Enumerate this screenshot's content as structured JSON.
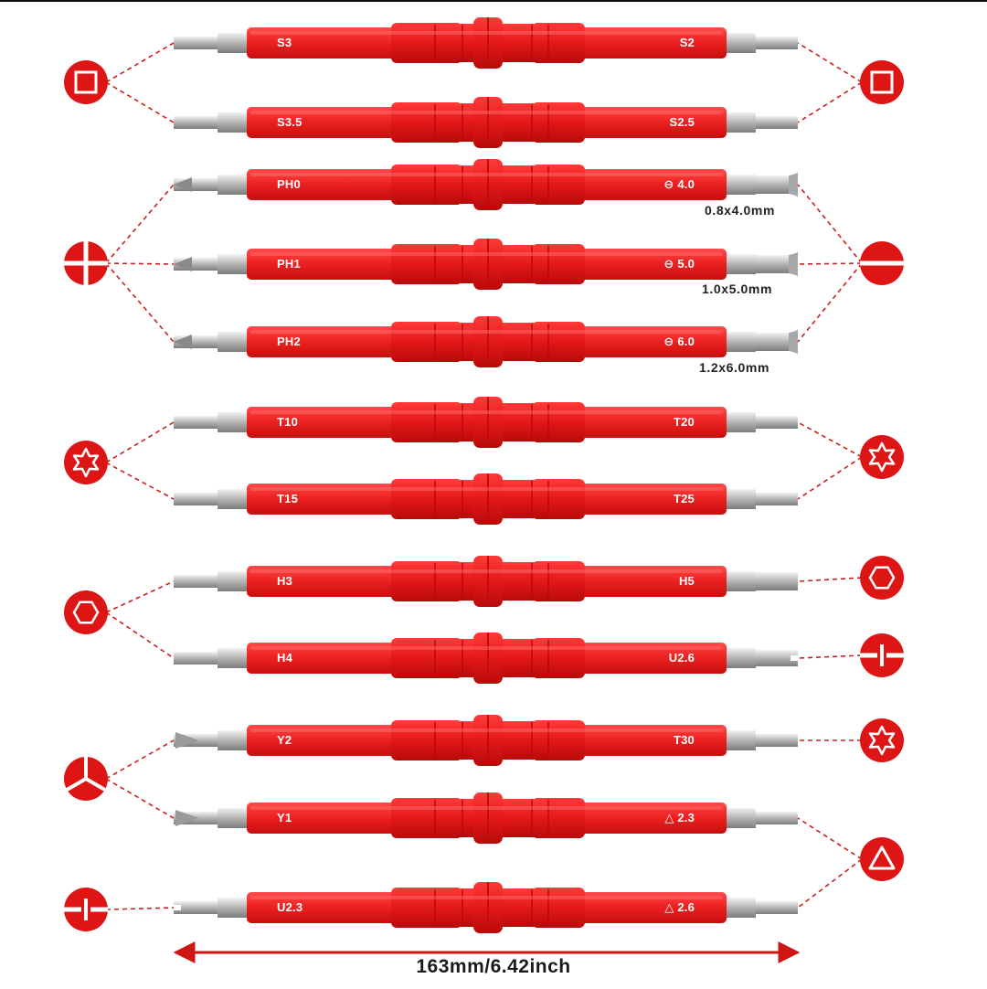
{
  "colors": {
    "handle": "#ee2222",
    "handle_dark": "#d81414",
    "steel": "#b9b9b9",
    "accent": "#dd1515",
    "dash": "#c62222"
  },
  "bits": [
    {
      "left_label": "S3",
      "right_label": "S2",
      "left_tip": "slot",
      "right_tip": "slot"
    },
    {
      "left_label": "S3.5",
      "right_label": "S2.5",
      "left_tip": "slot",
      "right_tip": "slot"
    },
    {
      "left_label": "PH0",
      "right_label": "⊖ 4.0",
      "left_tip": "phillips",
      "right_tip": "flat"
    },
    {
      "left_label": "PH1",
      "right_label": "⊖ 5.0",
      "left_tip": "phillips",
      "right_tip": "flat"
    },
    {
      "left_label": "PH2",
      "right_label": "⊖ 6.0",
      "left_tip": "phillips",
      "right_tip": "flat"
    },
    {
      "left_label": "T10",
      "right_label": "T20",
      "left_tip": "torx",
      "right_tip": "torx"
    },
    {
      "left_label": "T15",
      "right_label": "T25",
      "left_tip": "torx",
      "right_tip": "torx"
    },
    {
      "left_label": "H3",
      "right_label": "H5",
      "left_tip": "hex",
      "right_tip": "hex"
    },
    {
      "left_label": "H4",
      "right_label": "U2.6",
      "left_tip": "hex",
      "right_tip": "fork"
    },
    {
      "left_label": "Y2",
      "right_label": "T30",
      "left_tip": "tri-wing",
      "right_tip": "torx"
    },
    {
      "left_label": "Y1",
      "right_label": "△ 2.3",
      "left_tip": "tri-wing",
      "right_tip": "triangle"
    },
    {
      "left_label": "U2.3",
      "right_label": "△ 2.6",
      "left_tip": "fork",
      "right_tip": "triangle"
    }
  ],
  "specs": [
    "0.8x4.0mm",
    "1.0x5.0mm",
    "1.2x6.0mm"
  ],
  "left_icons": [
    "square-icon",
    "phillips-icon",
    "torx-icon",
    "hex-icon",
    "tri-wing-icon",
    "fork-icon"
  ],
  "right_icons": [
    "square-icon",
    "flat-slot-icon",
    "torx-icon",
    "hex-icon",
    "fork-icon",
    "torx-icon",
    "triangle-icon"
  ],
  "dimension": {
    "label": "163mm/6.42inch"
  }
}
